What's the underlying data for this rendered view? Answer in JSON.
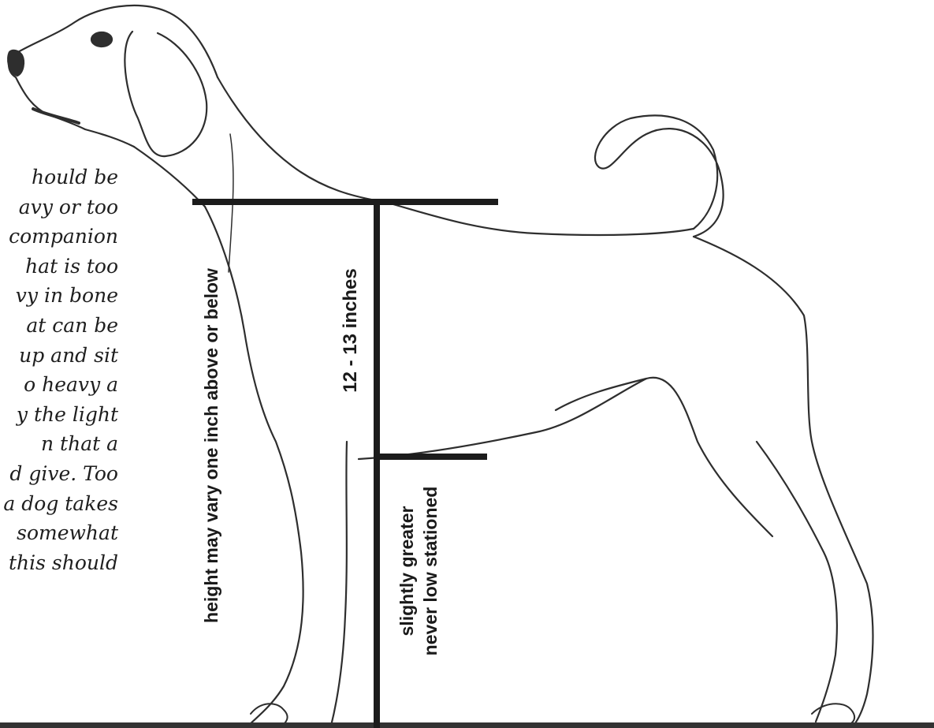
{
  "paragraph_lines": [
    "hould be",
    "avy or too",
    "companion",
    "hat is too",
    "vy in bone",
    "at can be",
    "up and sit",
    "o heavy a",
    "y the light",
    "n that a",
    "d give. Too",
    "a dog takes",
    "somewhat",
    "this should"
  ],
  "labels": {
    "height_variance": "height may vary one inch above or below",
    "height_range": "12 - 13 inches",
    "leg_line1": "slightly greater",
    "leg_line2": "never low stationed"
  },
  "colors": {
    "measure_bar": "#1c1c1c",
    "sketch_line": "#2e2e2e",
    "ground": "#333333"
  }
}
